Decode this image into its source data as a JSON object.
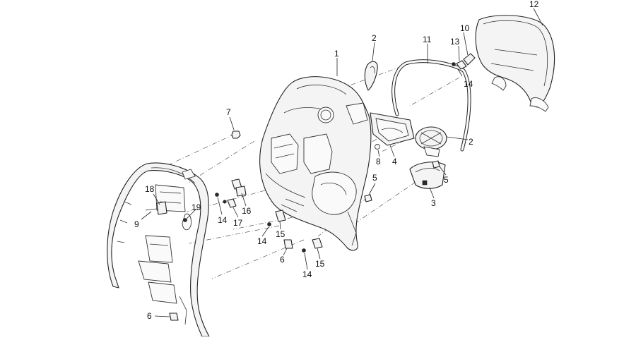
{
  "callouts": [
    {
      "id": "c1",
      "label": "1"
    },
    {
      "id": "c2a",
      "label": "2"
    },
    {
      "id": "c2b",
      "label": "2"
    },
    {
      "id": "c3",
      "label": "3"
    },
    {
      "id": "c4",
      "label": "4"
    },
    {
      "id": "c5a",
      "label": "5"
    },
    {
      "id": "c5b",
      "label": "5"
    },
    {
      "id": "c6a",
      "label": "6"
    },
    {
      "id": "c6b",
      "label": "6"
    },
    {
      "id": "c7",
      "label": "7"
    },
    {
      "id": "c8",
      "label": "8"
    },
    {
      "id": "c9",
      "label": "9"
    },
    {
      "id": "c10",
      "label": "10"
    },
    {
      "id": "c11",
      "label": "11"
    },
    {
      "id": "c12",
      "label": "12"
    },
    {
      "id": "c13",
      "label": "13"
    },
    {
      "id": "c14a",
      "label": "14"
    },
    {
      "id": "c14b",
      "label": "14"
    },
    {
      "id": "c14c",
      "label": "14"
    },
    {
      "id": "c14d",
      "label": "14"
    },
    {
      "id": "c15a",
      "label": "15"
    },
    {
      "id": "c15b",
      "label": "15"
    },
    {
      "id": "c16",
      "label": "16"
    },
    {
      "id": "c17",
      "label": "17"
    },
    {
      "id": "c18",
      "label": "18"
    },
    {
      "id": "c19",
      "label": "19"
    }
  ]
}
